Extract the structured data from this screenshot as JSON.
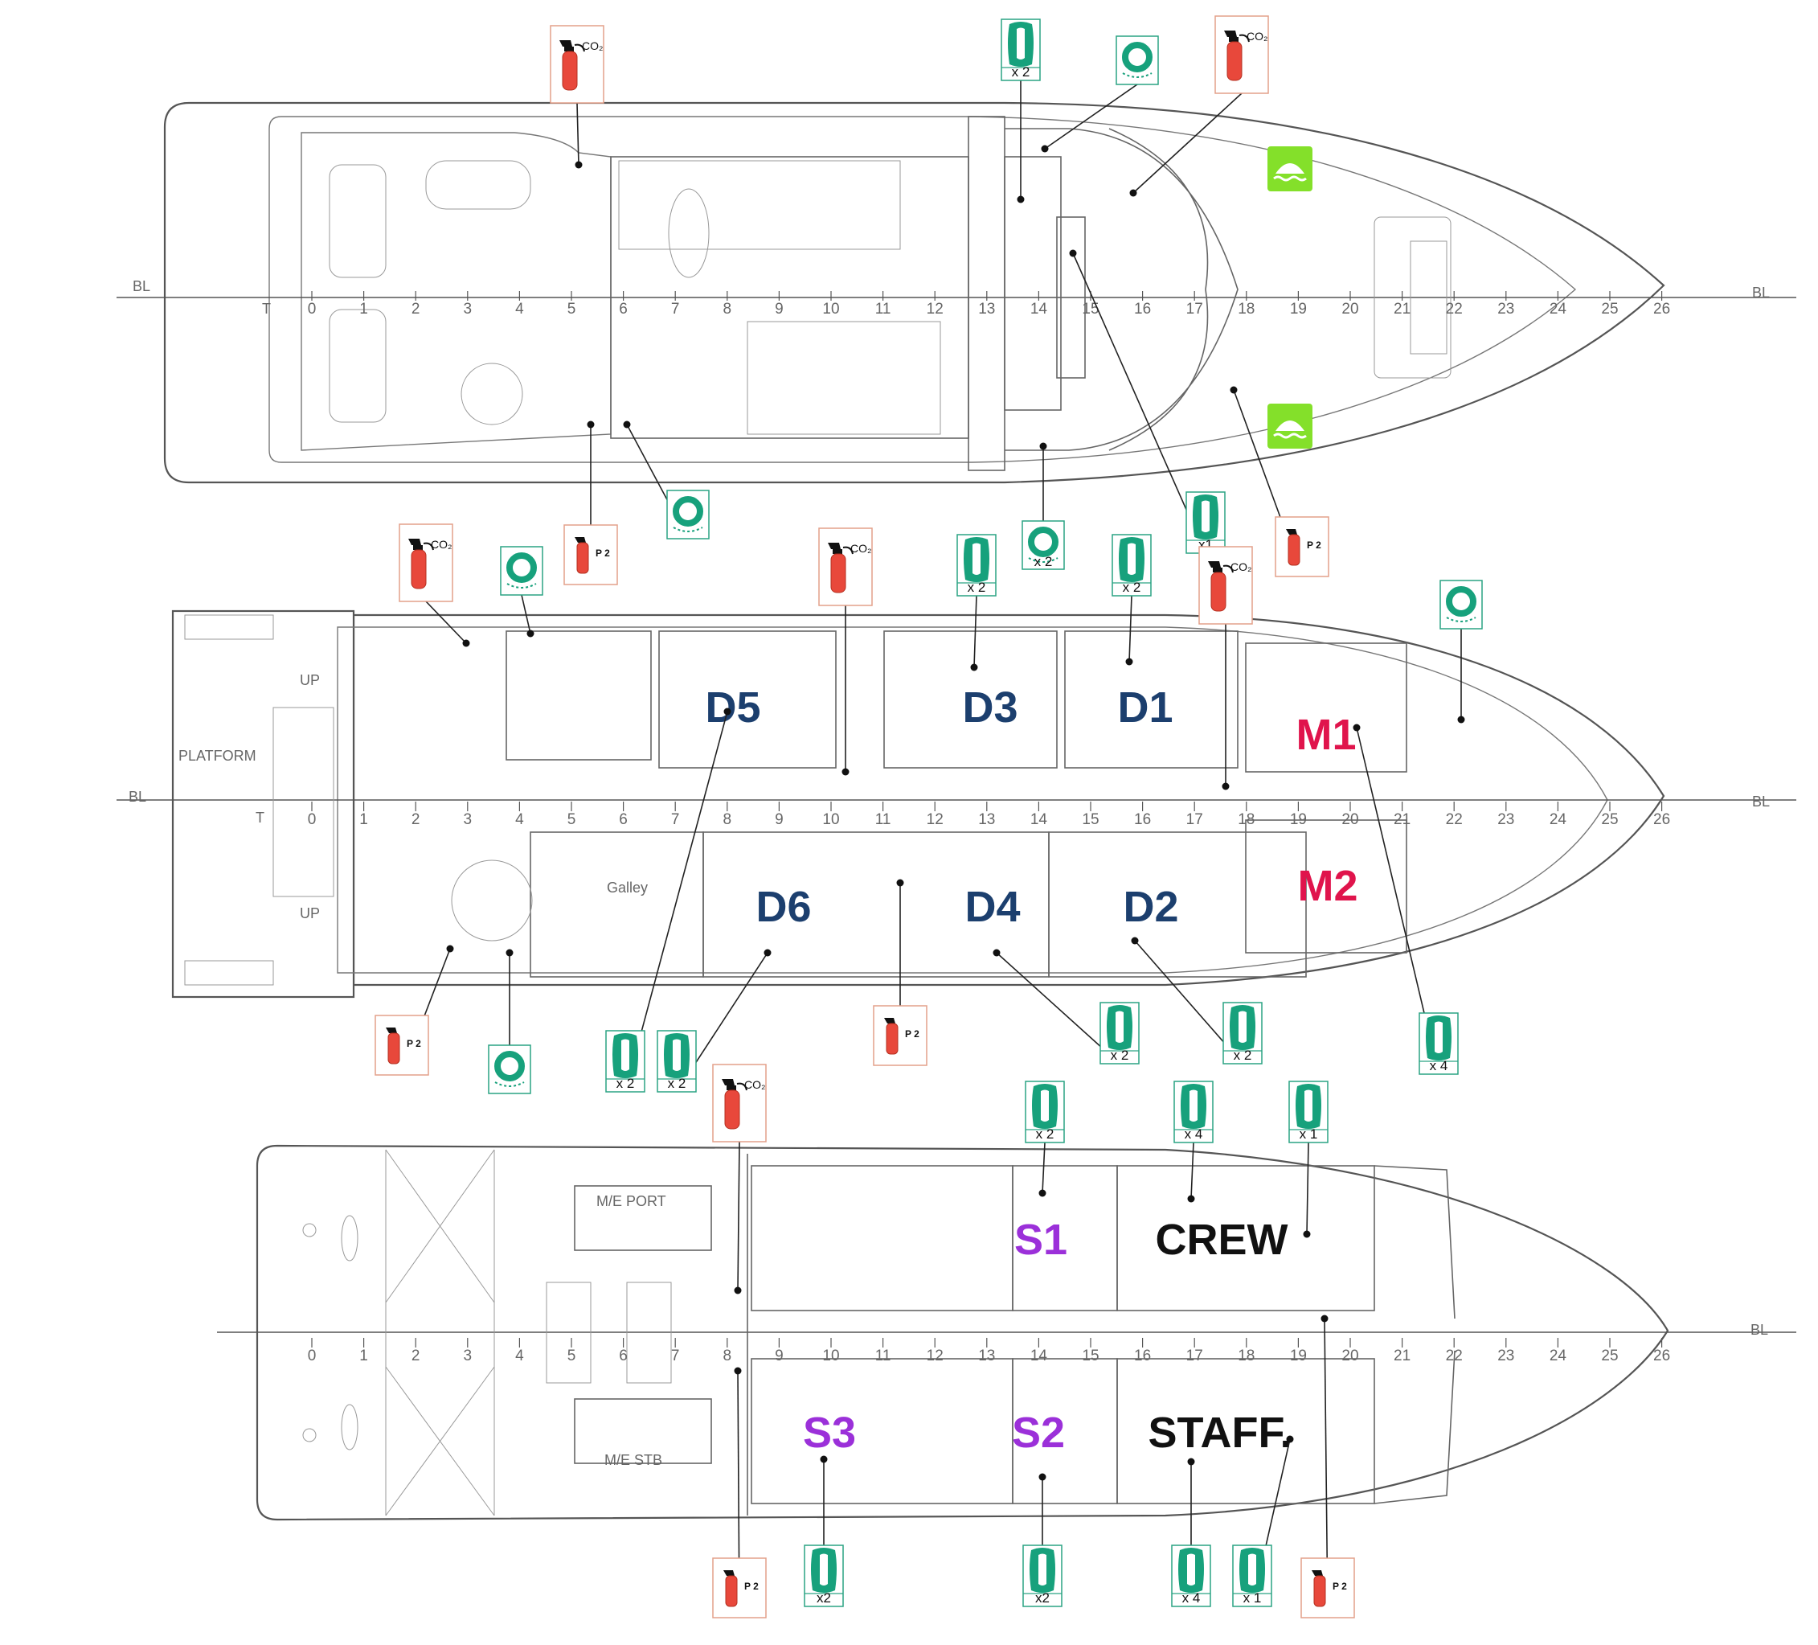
{
  "colors": {
    "deluxe_cabin": "#1c3f6e",
    "master_cabin": "#e0144c",
    "standard_cabin": "#9b30d9",
    "crew_staff": "#111111",
    "fire_extinguisher": "#e8483b",
    "life_jacket": "#17a17c",
    "life_raft": "#84e02a"
  },
  "labels": {
    "bl": "BL",
    "platform": "PLATFORM",
    "galley": "Galley",
    "up": "UP",
    "me_port": "M/E PORT",
    "me_stb": "M/E STB",
    "co2": "CO₂",
    "p2": "P 2",
    "t": "T"
  },
  "frame_numbers": [
    "0",
    "1",
    "2",
    "3",
    "4",
    "5",
    "6",
    "7",
    "8",
    "9",
    "10",
    "11",
    "12",
    "13",
    "14",
    "15",
    "16",
    "17",
    "18",
    "19",
    "20",
    "21",
    "22",
    "23",
    "24",
    "25",
    "26"
  ],
  "decks": [
    {
      "name": "upper-deck",
      "cabins": [],
      "extinguishers": [
        {
          "type": "co2"
        },
        {
          "type": "co2"
        },
        {
          "type": "p2"
        },
        {
          "type": "p2"
        }
      ],
      "life_jackets": [
        {
          "count": "x 2"
        },
        {
          "count": "x1"
        }
      ],
      "life_buoys": [
        {
          "count": ""
        },
        {
          "count": ""
        },
        {
          "count": "x 2"
        }
      ],
      "life_rafts": [
        {
          "icon": "life-raft-icon"
        },
        {
          "icon": "life-raft-icon"
        }
      ]
    },
    {
      "name": "main-deck",
      "cabins": [
        {
          "label": "D5",
          "color": "#1c3f6e"
        },
        {
          "label": "D3",
          "color": "#1c3f6e"
        },
        {
          "label": "D1",
          "color": "#1c3f6e"
        },
        {
          "label": "M1",
          "color": "#e0144c"
        },
        {
          "label": "D6",
          "color": "#1c3f6e"
        },
        {
          "label": "D4",
          "color": "#1c3f6e"
        },
        {
          "label": "D2",
          "color": "#1c3f6e"
        },
        {
          "label": "M2",
          "color": "#e0144c"
        }
      ],
      "extinguishers": [
        {
          "type": "co2"
        },
        {
          "type": "co2"
        },
        {
          "type": "co2"
        },
        {
          "type": "p2"
        },
        {
          "type": "p2"
        }
      ],
      "life_jackets": [
        {
          "count": "x 2"
        },
        {
          "count": "x 2"
        },
        {
          "count": "x 2"
        },
        {
          "count": "x 2"
        },
        {
          "count": "x 2"
        },
        {
          "count": "x 2"
        },
        {
          "count": "x 4"
        }
      ],
      "life_buoys": [
        {
          "count": ""
        },
        {
          "count": ""
        },
        {
          "count": ""
        }
      ]
    },
    {
      "name": "lower-deck",
      "cabins": [
        {
          "label": "S1",
          "color": "#9b30d9"
        },
        {
          "label": "CREW",
          "color": "#111111"
        },
        {
          "label": "S3",
          "color": "#9b30d9"
        },
        {
          "label": "S2",
          "color": "#9b30d9"
        },
        {
          "label": "STAFF.",
          "color": "#111111"
        }
      ],
      "extinguishers": [
        {
          "type": "co2"
        },
        {
          "type": "p2"
        },
        {
          "type": "p2"
        }
      ],
      "life_jackets": [
        {
          "count": "x 2"
        },
        {
          "count": "x 4"
        },
        {
          "count": "x 1"
        },
        {
          "count": "x2"
        },
        {
          "count": "x2"
        },
        {
          "count": "x 4"
        },
        {
          "count": "x 1"
        }
      ]
    }
  ]
}
